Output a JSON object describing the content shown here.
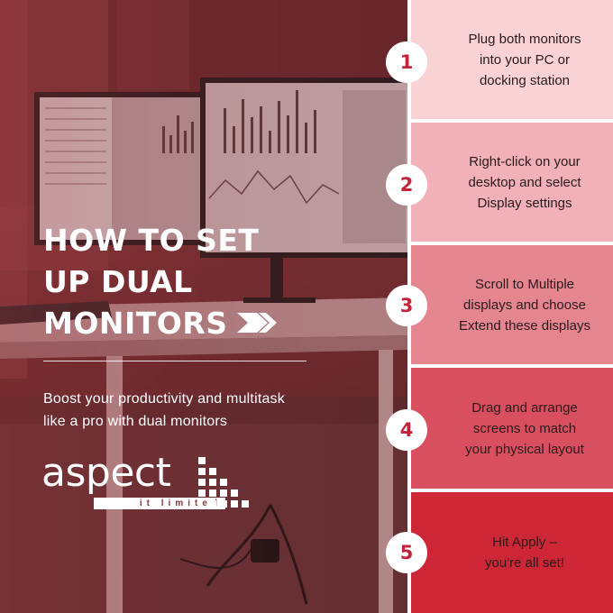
{
  "headline": {
    "line1": "HOW TO SET",
    "line2": "UP DUAL",
    "line3": "MONITORS"
  },
  "tagline": {
    "line1": "Boost your productivity and multitask",
    "line2": "like a pro with dual monitors"
  },
  "logo": {
    "word": "aspect",
    "sub": "it limited"
  },
  "steps": [
    {
      "number": "1",
      "text": [
        "Plug both monitors",
        "into your PC or",
        "docking station"
      ]
    },
    {
      "number": "2",
      "text": [
        "Right-click on your",
        "desktop and select",
        "Display settings"
      ]
    },
    {
      "number": "3",
      "text": [
        "Scroll to Multiple",
        "displays and choose",
        "Extend these displays"
      ]
    },
    {
      "number": "4",
      "text": [
        "Drag and arrange",
        "screens to match",
        "your physical layout"
      ]
    },
    {
      "number": "5",
      "text": [
        "Hit Apply –",
        "you're all set!"
      ]
    }
  ],
  "colors": {
    "step1": "#f8d2d5",
    "step2": "#f2b1b8",
    "step3": "#e58590",
    "step4": "#d94f5f",
    "step5": "#cc2637",
    "number": "#c2243a"
  },
  "icons": {
    "arrow": "double-chevron-right-icon",
    "background": "office-desk-dual-monitors-photo"
  }
}
